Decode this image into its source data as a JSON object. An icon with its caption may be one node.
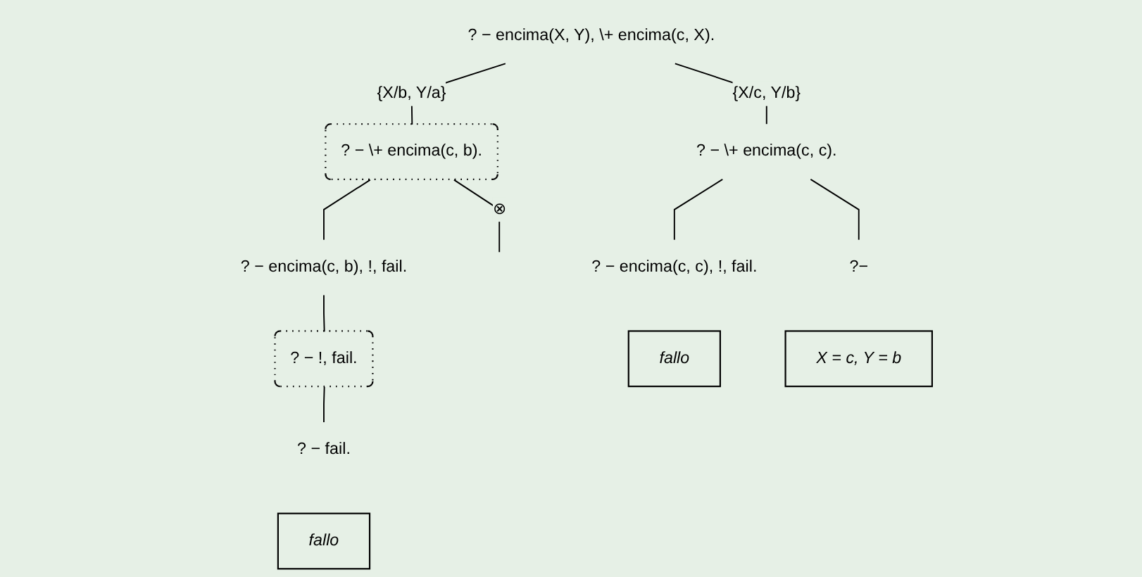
{
  "diagram": {
    "nodes": [
      {
        "text": [
          "? − encima(X, Y), \\+ encima(c, X)."
        ]
      },
      {
        "text": [
          "? − \\+ encima(c, b)."
        ]
      },
      {
        "text": [
          "? − \\+ encima(c, c)."
        ]
      },
      {
        "text": [
          "? − encima(c, b), !, fail."
        ]
      },
      {
        "text": [
          "? − !, fail."
        ]
      },
      {
        "text": [
          "? − fail."
        ]
      },
      {
        "text": [
          "fallo"
        ]
      },
      {
        "text": [
          "? − encima(c, c), !, fail."
        ]
      },
      {
        "text": [
          "fallo"
        ]
      },
      {
        "text": [
          "?−"
        ]
      },
      {
        "text": [
          "X = c, Y = b"
        ]
      }
    ],
    "edges": [
      {
        "from": 0,
        "to": 1,
        "arrow": "none",
        "label": "{X/b, Y/a}"
      },
      {
        "from": 0,
        "to": 2,
        "arrow": "none",
        "label": "{X/c, Y/b}"
      },
      {
        "from": 1,
        "to": 3,
        "arrow": "none"
      },
      {
        "from": 1,
        "to": null,
        "arrow": "none",
        "label": "⊗"
      },
      {
        "from": 3,
        "to": 4,
        "arrow": "none"
      },
      {
        "from": 4,
        "to": 5,
        "arrow": "none"
      },
      {
        "from": 2,
        "to": 7,
        "arrow": "none"
      },
      {
        "from": 2,
        "to": 9,
        "arrow": "none"
      }
    ]
  }
}
